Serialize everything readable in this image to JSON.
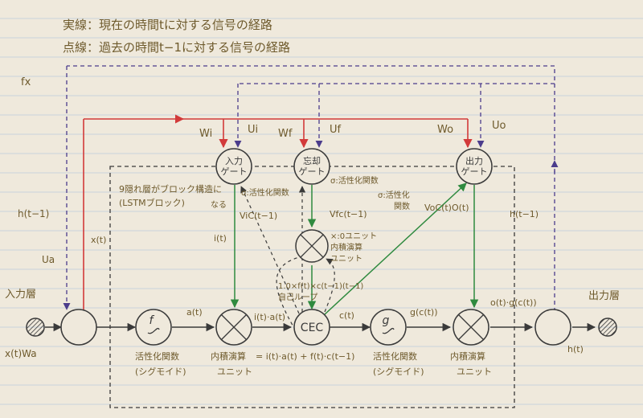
{
  "legend": {
    "solid": "実線：現在の時間tに対する信号の経路",
    "dotted": "点線：過去の時間t−1に対する信号の経路"
  },
  "colors": {
    "paper": "#efe9dc",
    "rule": "#c9d3dc",
    "ink": "#3a3a3a",
    "text": "#6e5a2c",
    "red": "#d23a3a",
    "green": "#2f8a3f",
    "purple": "#4b3c8c"
  },
  "labels": {
    "f_x": "fx",
    "h_t1_left": "h(t−1)",
    "u_a": "Ua",
    "x_t": "x(t)",
    "input_layer": "入力層",
    "x_w": "x(t)Wa",
    "w_i": "Wi",
    "u_i": "Ui",
    "w_f": "Wf",
    "u_f": "Uf",
    "w_o": "Wo",
    "u_o": "Uo",
    "input_gate": [
      "入力",
      "ゲート"
    ],
    "forget_gate": [
      "忘却",
      "ゲート"
    ],
    "output_gate": [
      "出力",
      "ゲート"
    ],
    "block_note": [
      "9隠れ層がブロック構造に",
      "(LSTMブロック)",
      "なる"
    ],
    "sigma_act_i": "σ:活性化関数",
    "sigma_act_f": "σ:活性化関数",
    "sigma_act_o": [
      "σ:活性化",
      "関数"
    ],
    "vic": "ViC(t−1)",
    "vfc": "Vfc(t−1)",
    "voc": "VoC(t)O(t)",
    "i_t": "i(t)",
    "mult_note": [
      "×:0ユニット",
      "内積演算",
      "ユニット"
    ],
    "self_loop": [
      "1.0×f(t)×c(t−1)(t−1)",
      "自己ループ"
    ],
    "f_small": "f",
    "a_t": "a(t)",
    "act_func": [
      "活性化関数",
      "(シグモイド)"
    ],
    "inner_product": [
      "内積演算",
      "ユニット"
    ],
    "ia": "i(t)·a(t)",
    "cec": "CEC",
    "c_t": "c(t)",
    "equation": "= i(t)·a(t) + f(t)·c(t−1)",
    "g_small": "g",
    "g_ct": "g(c(t))",
    "act_func2": [
      "活性化関数",
      "(シグモイド)"
    ],
    "inner_product2": [
      "内積演算",
      "ユニット"
    ],
    "o_g": "o(t)·g(c(t))",
    "h_t1_right": "h(t−1)",
    "h_t": "h(t)",
    "output_layer": "出力層"
  }
}
